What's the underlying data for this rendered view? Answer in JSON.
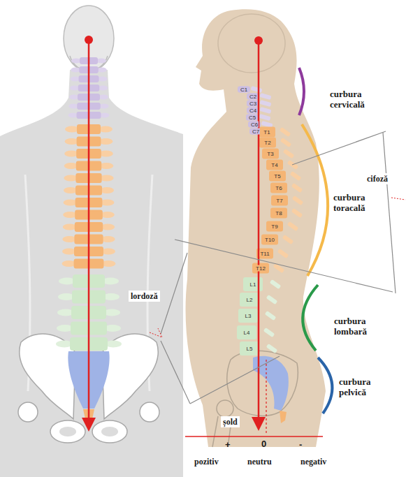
{
  "diagram": {
    "labels": [
      "C1",
      "C2",
      "C3",
      "C4",
      "C5",
      "C6",
      "C7",
      "T1",
      "T2",
      "T3",
      "T4",
      "T5",
      "T6",
      "T7",
      "T8",
      "T9",
      "T10",
      "T11",
      "T12",
      "L1",
      "L2",
      "L3",
      "L4",
      "L5",
      "curbura cervicală",
      "cifoză",
      "curbura toracală",
      "lordoză",
      "curbura lombară",
      "curbura pelvică",
      "șold",
      "+",
      "0",
      "-",
      "pozitiv",
      "neutru",
      "negativ"
    ]
  }
}
